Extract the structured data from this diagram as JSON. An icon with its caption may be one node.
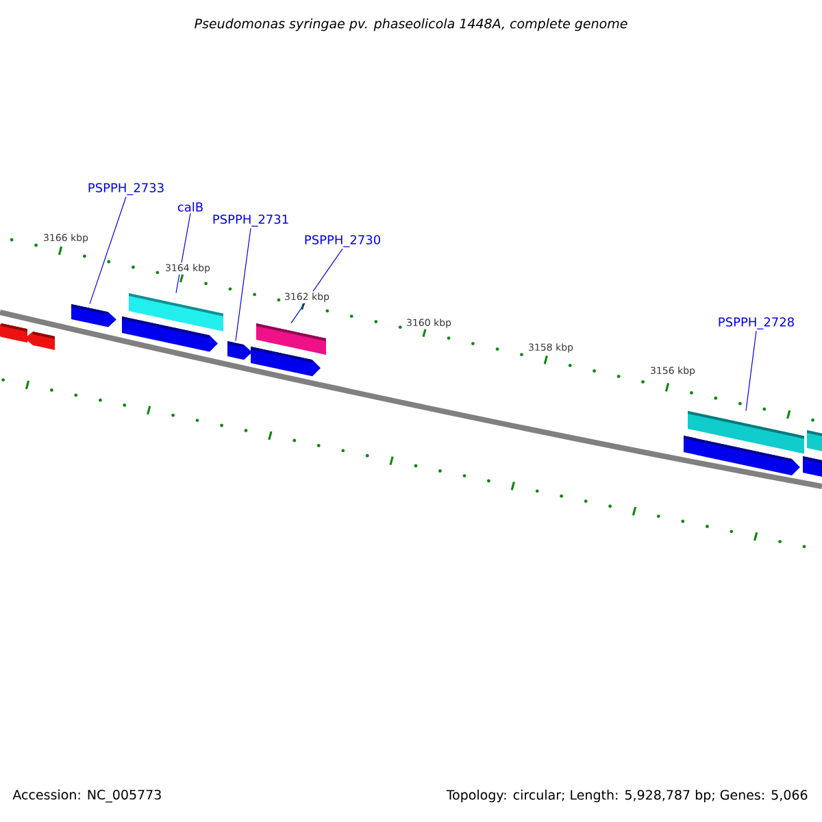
{
  "diagram": {
    "title": "Pseudomonas syringae pv. phaseolicola 1448A, complete genome",
    "nodes": [
      {
        "text": [
          "PSPPH_2733"
        ]
      },
      {
        "text": [
          "calB"
        ]
      },
      {
        "text": [
          "PSPPH_2731"
        ]
      },
      {
        "text": [
          "PSPPH_2730"
        ]
      },
      {
        "text": [
          "PSPPH_2728"
        ]
      },
      {
        "text": [],
        "shape": "arrow"
      },
      {
        "text": [],
        "shape": "arrow"
      },
      {
        "text": [],
        "shape": "arrow"
      },
      {
        "text": [],
        "shape": "bar"
      },
      {
        "text": [],
        "shape": "arrow"
      },
      {
        "text": [],
        "shape": "arrow"
      },
      {
        "text": [],
        "shape": "bar"
      },
      {
        "text": [],
        "shape": "arrow"
      },
      {
        "text": [],
        "shape": "arrow"
      },
      {
        "text": [],
        "shape": "bar"
      },
      {
        "text": [],
        "shape": "bar"
      },
      {
        "text": [],
        "shape": "bar"
      }
    ],
    "edges": [
      {
        "from": 0,
        "to": 7,
        "arrow": "none"
      },
      {
        "from": 1,
        "to": 8,
        "arrow": "none"
      },
      {
        "from": 2,
        "to": 10,
        "arrow": "none"
      },
      {
        "from": 3,
        "to": 11,
        "arrow": "none"
      },
      {
        "from": 4,
        "to": 14,
        "arrow": "none"
      }
    ],
    "labels": [
      "3166 kbp",
      "3164 kbp",
      "3162 kbp",
      "3160 kbp",
      "3158 kbp",
      "3156 kbp",
      "Accession: NC_005773",
      "Topology: circular; Length: 5,928,787 bp; Genes: 5,066"
    ]
  }
}
